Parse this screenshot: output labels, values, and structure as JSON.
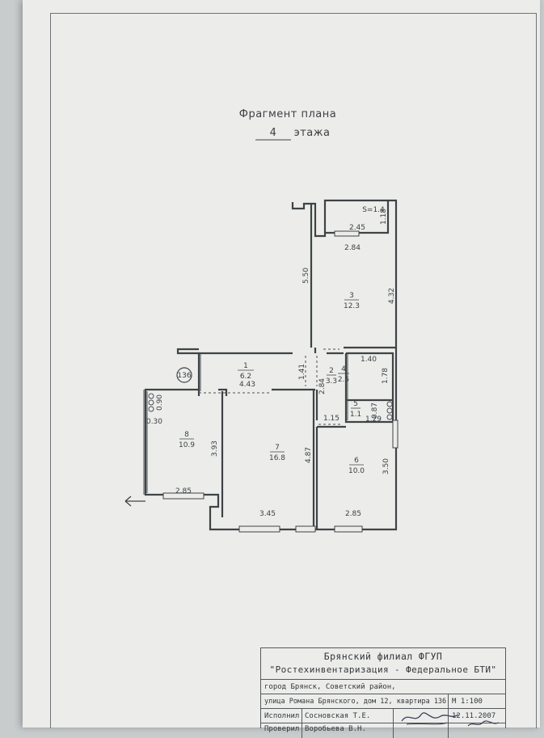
{
  "plan": {
    "title_line1": "Фрагмент плана",
    "floor_number": "4",
    "title_line2": "этажа",
    "apartment_marker": "136",
    "balcony_area": "S=1.4",
    "rooms": [
      {
        "number": "1",
        "area": "6.2"
      },
      {
        "number": "2",
        "area": "3.3"
      },
      {
        "number": "3",
        "area": "12.3"
      },
      {
        "number": "4",
        "area": "2.5"
      },
      {
        "number": "5",
        "area": "1.1"
      },
      {
        "number": "6",
        "area": "10.0"
      },
      {
        "number": "7",
        "area": "16.8"
      },
      {
        "number": "8",
        "area": "10.9"
      }
    ],
    "dimensions": {
      "balcony_width": "2.45",
      "balcony_depth": "1.18",
      "room3_width": "2.84",
      "room3_length": "4.32",
      "corridor_length": "5.50",
      "hall_length": "4.43",
      "hall_width": "1.41",
      "hall2_length": "2.84",
      "bath_width": "1.40",
      "bath_length": "1.78",
      "wc_width": "0.87",
      "wc_length": "1.29",
      "kitchen_niche": "1.15",
      "room6_length": "3.50",
      "room6_width": "2.85",
      "room7_length": "4.87",
      "room7_width": "3.45",
      "room8_length": "3.93",
      "room8_width": "2.85",
      "stove_depth": "0.90",
      "stove_width": "0.30"
    }
  },
  "stamp": {
    "org_line1": "Брянский филиал ФГУП",
    "org_line2": "\"Ростехинвентаризация - Федеральное БТИ\"",
    "address_line1": "город Брянск, Советский район,",
    "address_line2": "улица Романа Брянского,  дом 12, квартира 136",
    "scale": "М 1:100",
    "executor_role": "Исполнил",
    "executor_name": "Сосновская Т.Е.",
    "executor_date": "12.11.2007",
    "checker_role": "Проверил",
    "checker_name": "Воробьева В.Н."
  }
}
